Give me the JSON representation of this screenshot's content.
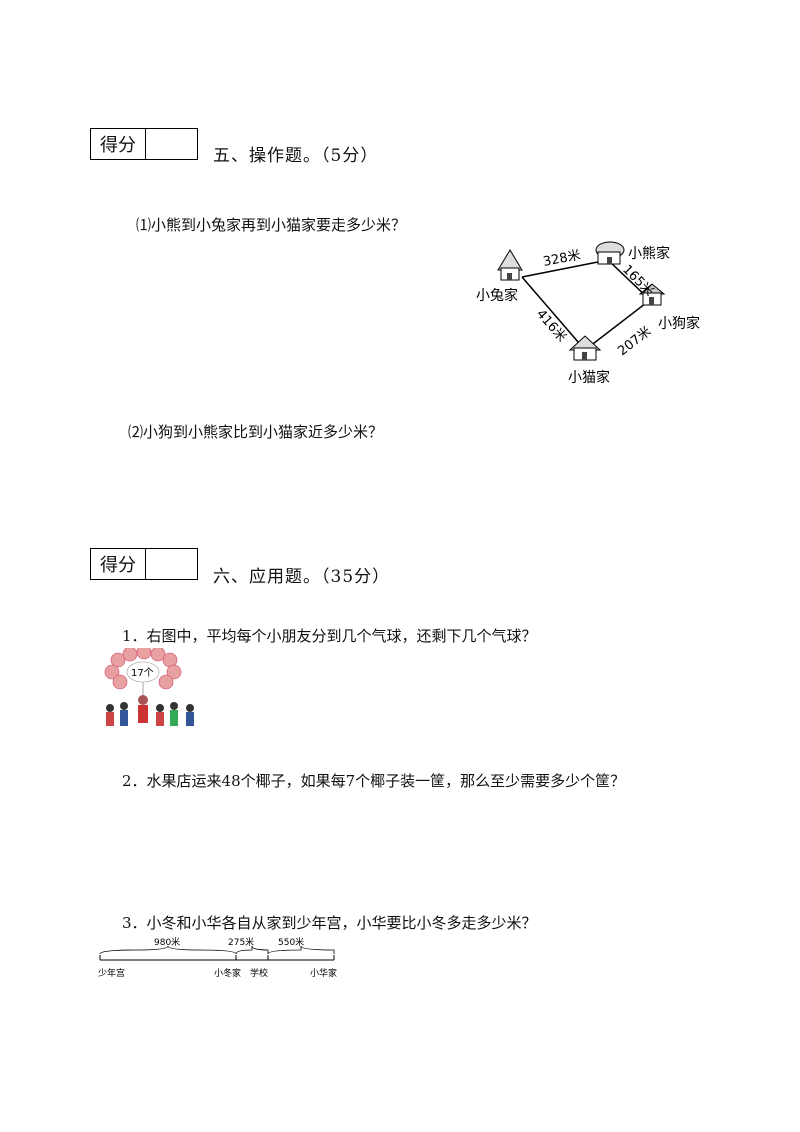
{
  "section5": {
    "score_label": "得分",
    "title": "五、操作题。（5分）",
    "q1": "⑴小熊到小兔家再到小猫家要走多少米？",
    "q2": "⑵小狗到小熊家比到小猫家近多少米？",
    "map": {
      "rabbit": "小兔家",
      "bear": "小熊家",
      "dog": "小狗家",
      "cat": "小猫家",
      "d_rabbit_bear": "328米",
      "d_bear_dog": "165米",
      "d_rabbit_cat": "416米",
      "d_dog_cat": "207米"
    }
  },
  "section6": {
    "score_label": "得分",
    "title": "六、应用题。（35分）",
    "q1": "1．右图中，平均每个小朋友分到几个气球，还剩下几个气球？",
    "balloon_count": "17个",
    "q2": "2．水果店运来48个椰子，如果每7个椰子装一筐，那么至少需要多少个筐？",
    "q3": "3．小冬和小华各自从家到少年宫，小华要比小冬多走多少米？",
    "line": {
      "d1": "980米",
      "d2": "275米",
      "d3": "550米",
      "p1": "少年宫",
      "p2": "小冬家",
      "p3": "学校",
      "p4": "小华家"
    }
  }
}
